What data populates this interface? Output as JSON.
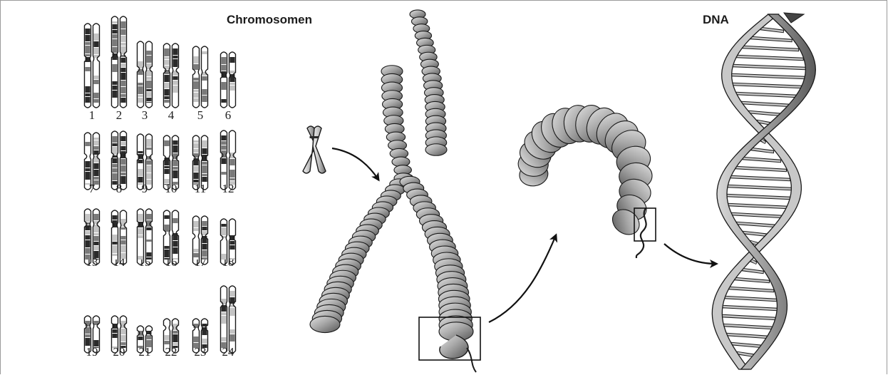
{
  "labels": {
    "chromosomes_title": "Chromosomen",
    "dna_title": "DNA"
  },
  "karyotype": {
    "numbers": [
      "1",
      "2",
      "3",
      "4",
      "5",
      "6",
      "7",
      "8",
      "9",
      "10",
      "11",
      "12",
      "13",
      "14",
      "15",
      "16",
      "17",
      "18",
      "19",
      "20",
      "21",
      "22",
      "23",
      "24"
    ]
  },
  "colors": {
    "stroke": "#1a1a1a",
    "band_dark": "#2b2b2b",
    "band_mid": "#7a7a7a",
    "band_light": "#c4c4c4",
    "coil_light": "#d9d9d9",
    "coil_dark": "#5e5e5e",
    "frame": "#9a9a9a"
  }
}
